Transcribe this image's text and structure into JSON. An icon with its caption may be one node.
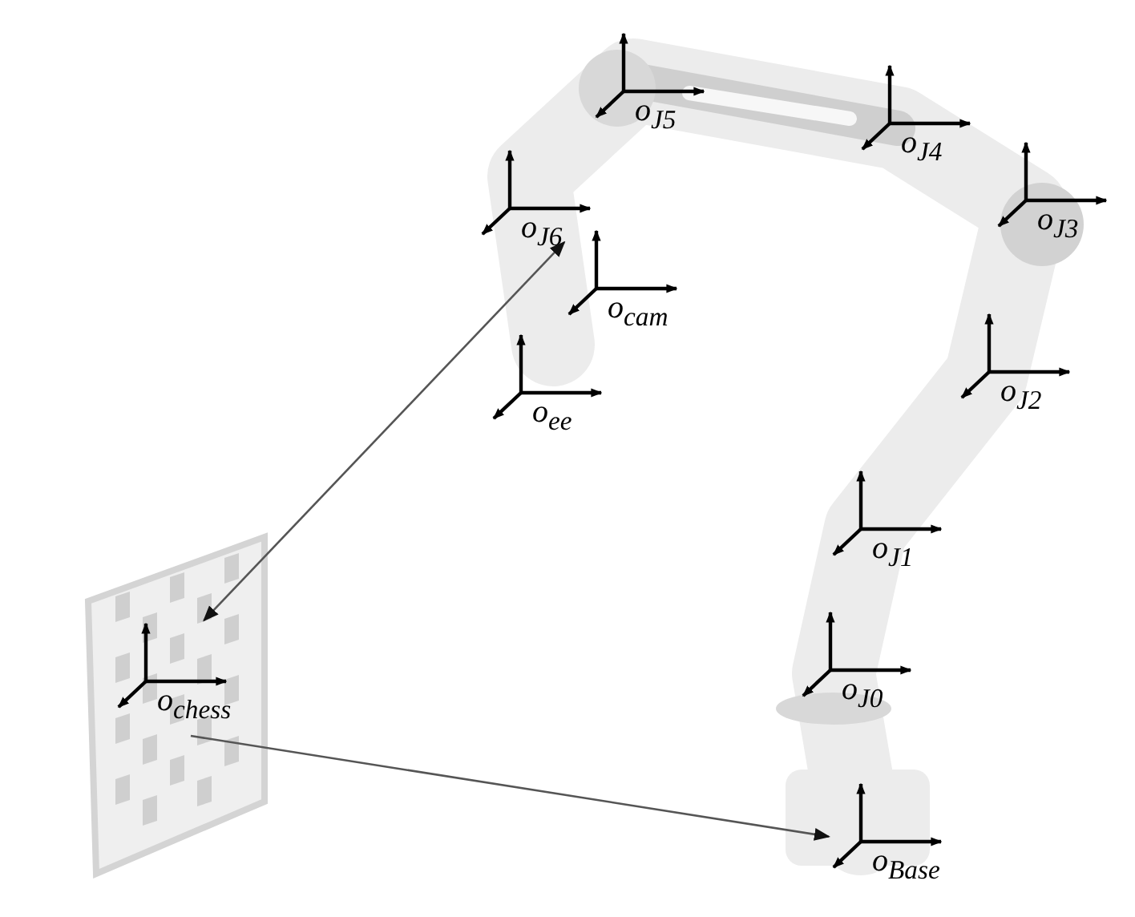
{
  "diagram": {
    "nodes": [
      {
        "text": [
          "o$_{J5}$"
        ]
      },
      {
        "text": [
          "o$_{J4}$"
        ]
      },
      {
        "text": [
          "o$_{J6}$"
        ]
      },
      {
        "text": [
          "o$_{J3}$"
        ]
      },
      {
        "text": [
          "o$_{cam}$"
        ]
      },
      {
        "text": [
          "o$_{ee}$"
        ]
      },
      {
        "text": [
          "o$_{J2}$"
        ]
      },
      {
        "text": [
          "o$_{J1}$"
        ]
      },
      {
        "text": [
          "o$_{J0}$"
        ]
      },
      {
        "text": [
          "o$_{chess}$"
        ]
      },
      {
        "text": [
          "o$_{Base}$"
        ]
      }
    ],
    "edges": [
      {
        "from": 9,
        "to": 4,
        "arrow": "both"
      },
      {
        "from": 9,
        "to": 10,
        "arrow": "to"
      }
    ]
  }
}
